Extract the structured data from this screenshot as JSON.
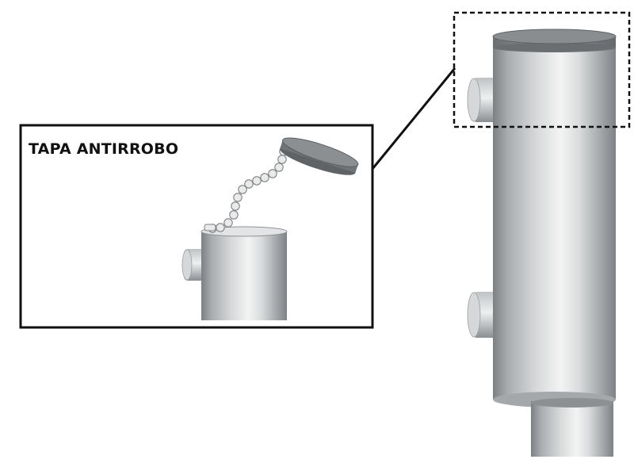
{
  "callout": {
    "title": "TAPA ANTIRROBO"
  },
  "colors": {
    "steel_dark": "#6f7376",
    "steel_mid": "#b9bcbf",
    "steel_light": "#eceded",
    "cap": "#7a7d80",
    "outline": "#1a1a1a"
  },
  "icons": {
    "dispenser": "wall-mounted-soap-dispenser",
    "chain": "bead-chain",
    "cap": "anti-theft-cap"
  }
}
